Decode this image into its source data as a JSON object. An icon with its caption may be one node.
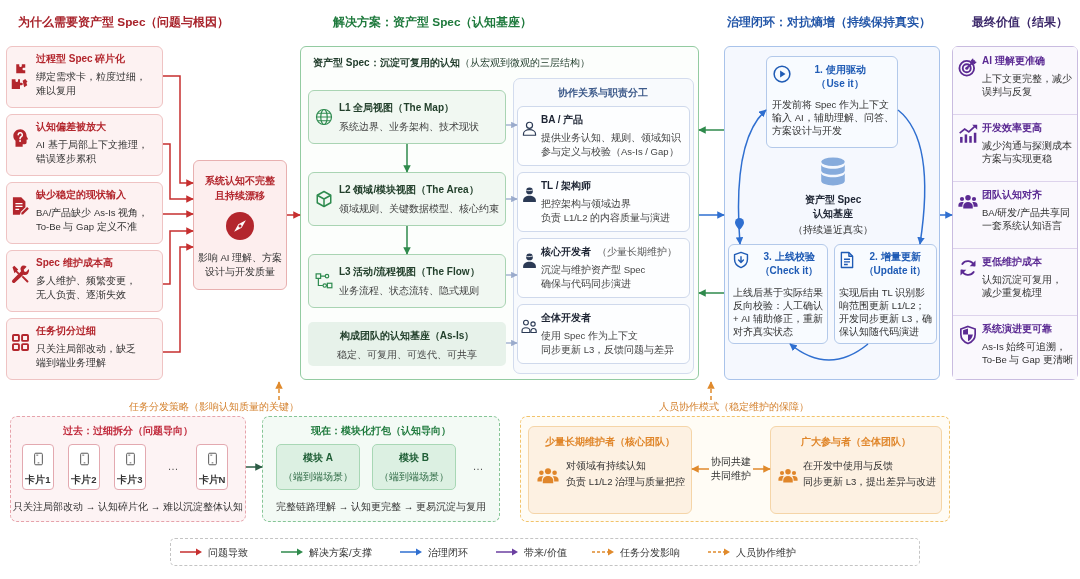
{
  "diagram": {
    "nodes": [
      {
        "text": [
          "过程型 Spec 碎片化",
          "绑定需求卡，粒度过细，难以复用"
        ]
      },
      {
        "text": [
          "认知偏差被放大",
          "AI 基于局部上下文推理，错误逐步累积"
        ]
      },
      {
        "text": [
          "缺少稳定的现状输入",
          "BA/产品缺少 As-Is 视角，To-Be 与 Gap 定义不准"
        ]
      },
      {
        "text": [
          "Spec 维护成本高",
          "多人维护、频繁变更，无人负责、逐渐失效"
        ]
      },
      {
        "text": [
          "任务切分过细",
          "只关注局部改动，缺乏端到端业务理解"
        ]
      },
      {
        "text": [
          "系统认知不完整且持续漂移",
          "影响 AI 理解、方案设计与开发质量"
        ]
      },
      {
        "text": [
          "**资产型 Spec：沉淀可复用的认知**（从宏观到微观的三层结构）"
        ]
      },
      {
        "text": [
          "L1 全局视图（The Map）",
          "系统边界、业务架构、技术现状"
        ],
        "in": 6
      },
      {
        "text": [
          "L2 领域/模块视图（The Area）",
          "领域规则、关键数据模型、核心约束"
        ],
        "in": 6
      },
      {
        "text": [
          "L3 活动/流程视图（The Flow）",
          "业务流程、状态流转、隐式规则"
        ],
        "in": 6
      },
      {
        "text": [
          "构成团队的认知基座（As-Is）",
          "稳定、可复用、可迭代、可共享"
        ],
        "in": 6
      },
      {
        "text": [
          "协作关系与职责分工"
        ],
        "in": 6
      },
      {
        "text": [
          "BA / 产品",
          "提供业务认知、规则、领域知识",
          "参与定义与校验（As-Is / Gap）"
        ],
        "in": 11
      },
      {
        "text": [
          "TL / 架构师",
          "把控架构与领域边界",
          "负责 L1/L2 的内容质量与演进"
        ],
        "in": 11
      },
      {
        "text": [
          "核心开发者",
          "（少量长期维护）",
          "沉淀与维护资产型 Spec",
          "确保与代码同步演进"
        ],
        "in": 11
      },
      {
        "text": [
          "全体开发者",
          "使用 Spec 作为上下文",
          "同步更新 L3，反馈问题与差异"
        ],
        "in": 11
      },
      {
        "text": [],
        "shape": "box"
      },
      {
        "text": [
          "1. 使用驱动（Use it）",
          "开发前将 Spec 作为上下文输入 AI，辅助理解、问答、方案设计与开发"
        ],
        "in": 16
      },
      {
        "text": [
          "2. 增量更新（Update it）",
          "实现后由 TL 识别影响范围更新 L1/L2；开发同步更新 L3，确保认知随代码演进"
        ],
        "in": 16
      },
      {
        "text": [
          "3. 上线校验（Check it）",
          "上线后基于实际结果反向校验：人工确认 + AI 辅助修正，重新对齐真实状态"
        ],
        "in": 16
      },
      {
        "text": [],
        "shape": "box"
      },
      {
        "text": [
          "AI 理解更准确",
          "上下文更完整，减少误判与反复"
        ],
        "in": 20
      },
      {
        "text": [
          "开发效率更高",
          "减少沟通与探测成本",
          "方案与实现更稳"
        ],
        "in": 20
      },
      {
        "text": [
          "团队认知对齐",
          "BA/研发/产品共享同一套系统认知语言"
        ],
        "in": 20
      },
      {
        "text": [
          "更低维护成本",
          "认知沉淀可复用，减少重复梳理"
        ],
        "in": 20
      },
      {
        "text": [
          "系统演进更可靠",
          "As-Is 始终可追溯，To-Be 与 Gap 更清晰"
        ],
        "in": 20
      },
      {
        "text": [
          "任务分发策略（影响认知质量的关键）"
        ]
      },
      {
        "text": [
          "过去：过细拆分（问题导向）",
          "只关注局部改动 → 认知碎片化 → 难以沉淀整体认知"
        ]
      },
      {
        "text": [
          "卡片1"
        ],
        "in": 27
      },
      {
        "text": [
          "卡片2"
        ],
        "in": 27
      },
      {
        "text": [
          "卡片3"
        ],
        "in": 27
      },
      {
        "text": [
          "卡片N"
        ],
        "in": 27
      },
      {
        "text": [
          "现在：模块化打包（认知导向）",
          "完整链路理解 → 认知更完整 → 更易沉淀与复用"
        ]
      },
      {
        "text": [
          "模块 A",
          "（端到端场景）"
        ],
        "in": 32
      },
      {
        "text": [
          "模块 B",
          "（端到端场景）"
        ],
        "in": 32
      },
      {
        "text": [
          "人员协作模式（稳定维护的保障）"
        ]
      },
      {
        "text": [],
        "shape": "box"
      },
      {
        "text": [
          "少量长期维护者（核心团队）",
          "对领域有持续认知",
          "负责 L1/L2 治理与质量把控"
        ],
        "in": 36
      },
      {
        "text": [
          "广大参与者（全体团队）",
          "在开发中使用与反馈",
          "同步更新 L3，提出差异与改进"
        ],
        "in": 36
      }
    ],
    "edges": [
      {
        "from": 0,
        "to": 5,
        "arrow": "to"
      },
      {
        "from": 1,
        "to": 5,
        "arrow": "to"
      },
      {
        "from": 2,
        "to": 5,
        "arrow": "to"
      },
      {
        "from": 3,
        "to": 5,
        "arrow": "to"
      },
      {
        "from": 4,
        "to": 5,
        "arrow": "to"
      },
      {
        "from": 5,
        "to": 6,
        "arrow": "to"
      },
      {
        "from": 7,
        "to": 8,
        "arrow": "to",
        "color": "#2f8a4c"
      },
      {
        "from": 8,
        "to": 9,
        "arrow": "to",
        "color": "#2f8a4c"
      },
      {
        "from": 7,
        "to": 12,
        "arrow": "to",
        "color": "#9aabcc"
      },
      {
        "from": 8,
        "to": 13,
        "arrow": "to",
        "color": "#9aabcc"
      },
      {
        "from": 9,
        "to": 14,
        "arrow": "to",
        "color": "#9aabcc"
      },
      {
        "from": 10,
        "to": 15,
        "arrow": "to",
        "color": "#9aabcc"
      },
      {
        "from": 16,
        "to": 6,
        "arrow": "to",
        "color": "#2f8a4c"
      },
      {
        "from": 6,
        "to": 16,
        "arrow": "to",
        "color": "#2f6fd0"
      },
      {
        "from": 16,
        "to": 6,
        "arrow": "to",
        "color": "#2f8a4c"
      },
      {
        "from": 16,
        "to": 20,
        "arrow": "to",
        "color": "#2f6fd0"
      },
      {
        "from": 17,
        "to": 18,
        "arrow": "to",
        "color": "#2f6fd0"
      },
      {
        "from": 18,
        "to": 19,
        "arrow": "to",
        "color": "#2f6fd0"
      },
      {
        "from": 19,
        "to": 17,
        "arrow": "both",
        "color": "#2f6fd0"
      },
      {
        "from": 26,
        "to": null,
        "arrow": "to",
        "style": "dashed",
        "color": "#e08a2c"
      },
      {
        "from": 27,
        "to": 32,
        "arrow": "to",
        "color": "#2d5c45"
      },
      {
        "from": 35,
        "to": null,
        "arrow": "to",
        "style": "dashed",
        "color": "#e08a2c"
      },
      {
        "from": 37,
        "to": 38,
        "arrow": "both",
        "label": "协同共建共同维护",
        "color": "#e08a2c"
      }
    ],
    "labels": [
      "为什么需要资产型 Spec（问题与根因）",
      "解决方案：资产型 Spec（认知基座）",
      "治理闭环：对抗熵增（持续保持真实）",
      "最终价值（结果）",
      "资产型 Spec 认知基座",
      "（持续逼近真实）",
      "…",
      "…"
    ],
    "legend": [
      {
        "text": "问题导致"
      },
      {
        "text": "解决方案/支撑"
      },
      {
        "text": "治理闭环"
      },
      {
        "text": "带来/价值"
      },
      {
        "text": "任务分发影响"
      },
      {
        "text": "人员协作维护"
      }
    ]
  }
}
